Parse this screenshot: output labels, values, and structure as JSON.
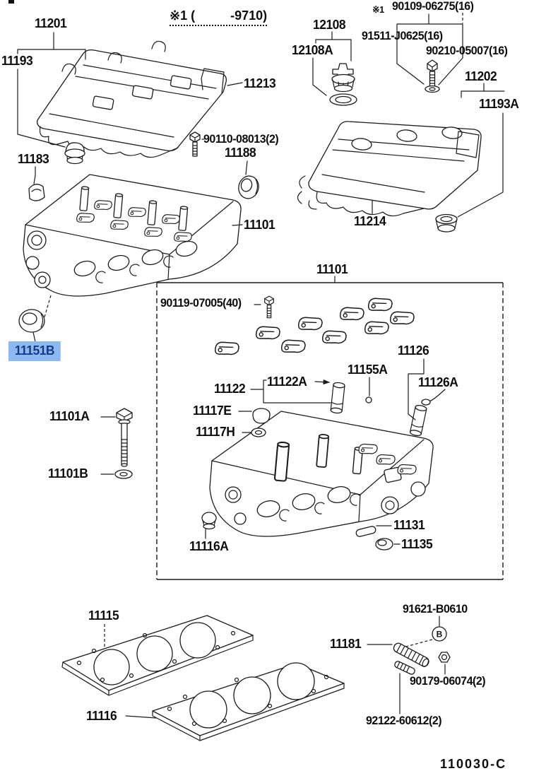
{
  "diagram": {
    "note_top": "※1 (          -9710)",
    "footnote_prefix": "※1",
    "code": "110030-C",
    "circled_letter": "B",
    "highlight": {
      "bg": "#8db9f3",
      "fg": "#143b85",
      "selected_part": "11151B"
    }
  },
  "labels": {
    "l11201": "11201",
    "l11193": "11193",
    "l11213": "11213",
    "l12108": "12108",
    "l12108a": "12108A",
    "l90109": "90109-06275(16)",
    "l91511": "91511-J0625(16)",
    "l90210": "90210-05007(16)",
    "l11202": "11202",
    "l11193a": "11193A",
    "l90110": "90110-08013(2)",
    "l11188": "11188",
    "l11183": "11183",
    "l11101_head": "11101",
    "l11214": "11214",
    "l11101_box": "11101",
    "l90119": "90119-07005(40)",
    "l11126": "11126",
    "l11155a": "11155A",
    "l11122a": "11122A",
    "l11122": "11122",
    "l11126a": "11126A",
    "l11117e": "11117E",
    "l11117h": "11117H",
    "l11151b": "11151B",
    "l11101a": "11101A",
    "l11101b": "11101B",
    "l11131": "11131",
    "l11135": "11135",
    "l11116a": "11116A",
    "l11115": "11115",
    "l11116": "11116",
    "l91621": "91621-B0610",
    "l11181": "11181",
    "l90179": "90179-06074(2)",
    "l92122": "92122-60612(2)"
  }
}
